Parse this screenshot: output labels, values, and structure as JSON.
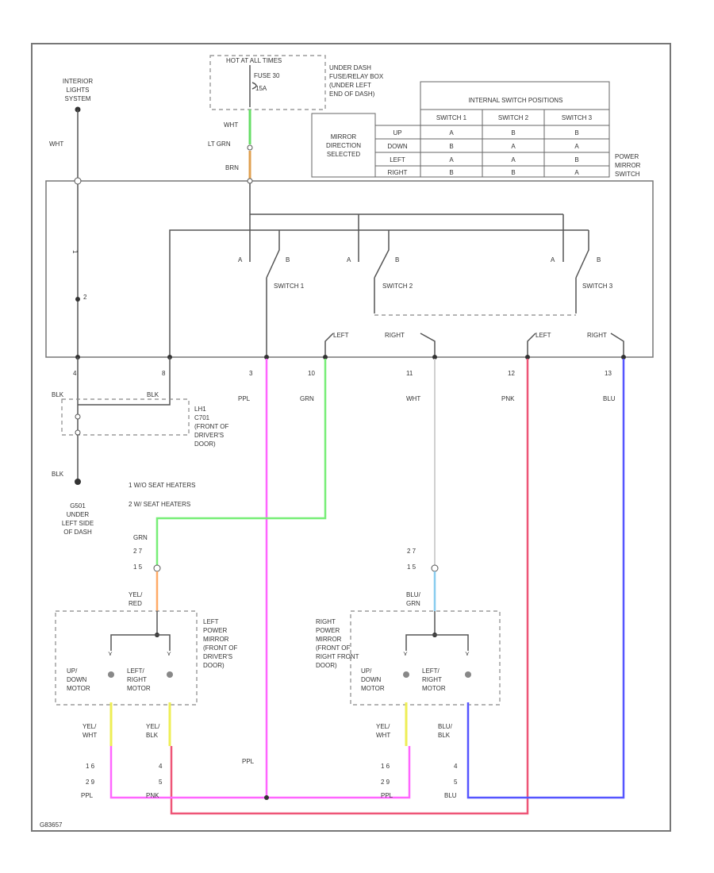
{
  "sources": {
    "interior_lights": "INTERIOR\nLIGHTS\nSYSTEM",
    "hot_at_all_times": "HOT AT ALL TIMES",
    "fuse_label": "FUSE 30",
    "fuse_rating": "15A",
    "fuse_box": "UNDER DASH\nFUSE/RELAY BOX\n(UNDER LEFT\nEND OF DASH)"
  },
  "wires": {
    "wht_top": "WHT",
    "lt_grn": "LT GRN",
    "brn": "BRN",
    "ppl": "PPL",
    "grn": "GRN",
    "wht": "WHT",
    "pnk": "PNK",
    "blu": "BLU",
    "blk_1": "BLK",
    "blk_2": "BLK",
    "blk_ground": "BLK",
    "grn_lower": "GRN",
    "yel_red": "YEL/\nRED",
    "blu_grn": "BLU/\nGRN",
    "yel_wht_left": "YEL/\nWHT",
    "yel_blk_left": "YEL/\nBLK",
    "yel_wht_right": "YEL/\nWHT",
    "blu_blk_right": "BLU/\nBLK",
    "ppl_bottom_mid": "PPL",
    "ppl_bottom_left": "PPL",
    "pnk_bottom": "PNK",
    "ppl_bottom_right": "PPL",
    "blu_bottom": "BLU"
  },
  "switch_table": {
    "header": "INTERNAL SWITCH POSITIONS",
    "row_label": "MIRROR\nDIRECTION\nSELECTED",
    "columns": [
      "SWITCH 1",
      "SWITCH 2",
      "SWITCH 3"
    ],
    "rows": [
      {
        "dir": "UP",
        "cells": [
          "A",
          "B",
          "B"
        ]
      },
      {
        "dir": "DOWN",
        "cells": [
          "B",
          "A",
          "A"
        ]
      },
      {
        "dir": "LEFT",
        "cells": [
          "A",
          "A",
          "B"
        ]
      },
      {
        "dir": "RIGHT",
        "cells": [
          "B",
          "B",
          "A"
        ]
      }
    ]
  },
  "power_mirror_switch": "POWER\nMIRROR\nSWITCH",
  "switches": [
    {
      "name": "SWITCH 1",
      "a": "A",
      "b": "B"
    },
    {
      "name": "SWITCH 2",
      "a": "A",
      "b": "B"
    },
    {
      "name": "SWITCH 3",
      "a": "A",
      "b": "B"
    }
  ],
  "selector": {
    "left_a": "LEFT",
    "right_a": "RIGHT",
    "left_b": "LEFT",
    "right_b": "RIGHT"
  },
  "pins": {
    "p4": "4",
    "p8": "8",
    "p3": "3",
    "p10": "10",
    "p11": "11",
    "p12": "12",
    "p13": "13",
    "illum_top": "1",
    "illum_mid": "2"
  },
  "ground": {
    "g": "G501",
    "loc": "G501\nUNDER\nLEFT SIDE\nOF DASH"
  },
  "connector": "LH1\nC701\n(FRONT OF\nDRIVER'S\nDOOR)",
  "notes": [
    "1   W/O SEAT HEATERS",
    "2   W/ SEAT HEATERS"
  ],
  "left_conn_pins": {
    "a": "2  7",
    "b": "1  5"
  },
  "right_conn_pins": {
    "a": "2  7",
    "b": "1  5"
  },
  "left_mirror": {
    "label": "LEFT\nPOWER\nMIRROR\n(FRONT OF\nDRIVER'S\nDOOR)",
    "motor1": "UP/\nDOWN\nMOTOR",
    "motor2": "LEFT/\nRIGHT\nMOTOR"
  },
  "right_mirror": {
    "label": "RIGHT\nPOWER\nMIRROR\n(FRONT OF\nRIGHT FRONT\nDOOR)",
    "motor1": "UP/\nDOWN\nMOTOR",
    "motor2": "LEFT/\nRIGHT\nMOTOR"
  },
  "bottom_pins": {
    "left_a": "1  6",
    "left_b": "2  9",
    "left_c": "4",
    "left_d": "5",
    "right_a": "1  6",
    "right_b": "2  9",
    "right_c": "4",
    "right_d": "5"
  },
  "figure_id": "G83657",
  "colors": {
    "lt_grn": "#66dd66",
    "brn": "#e0a050",
    "ppl": "#ff66ff",
    "grn": "#77ee77",
    "wht": "#d0d0d0",
    "pnk": "#ee5577",
    "blu": "#5555ff",
    "yel": "#eeee55",
    "yel_red": "#ffaa66",
    "blu_grn": "#88ccee"
  }
}
